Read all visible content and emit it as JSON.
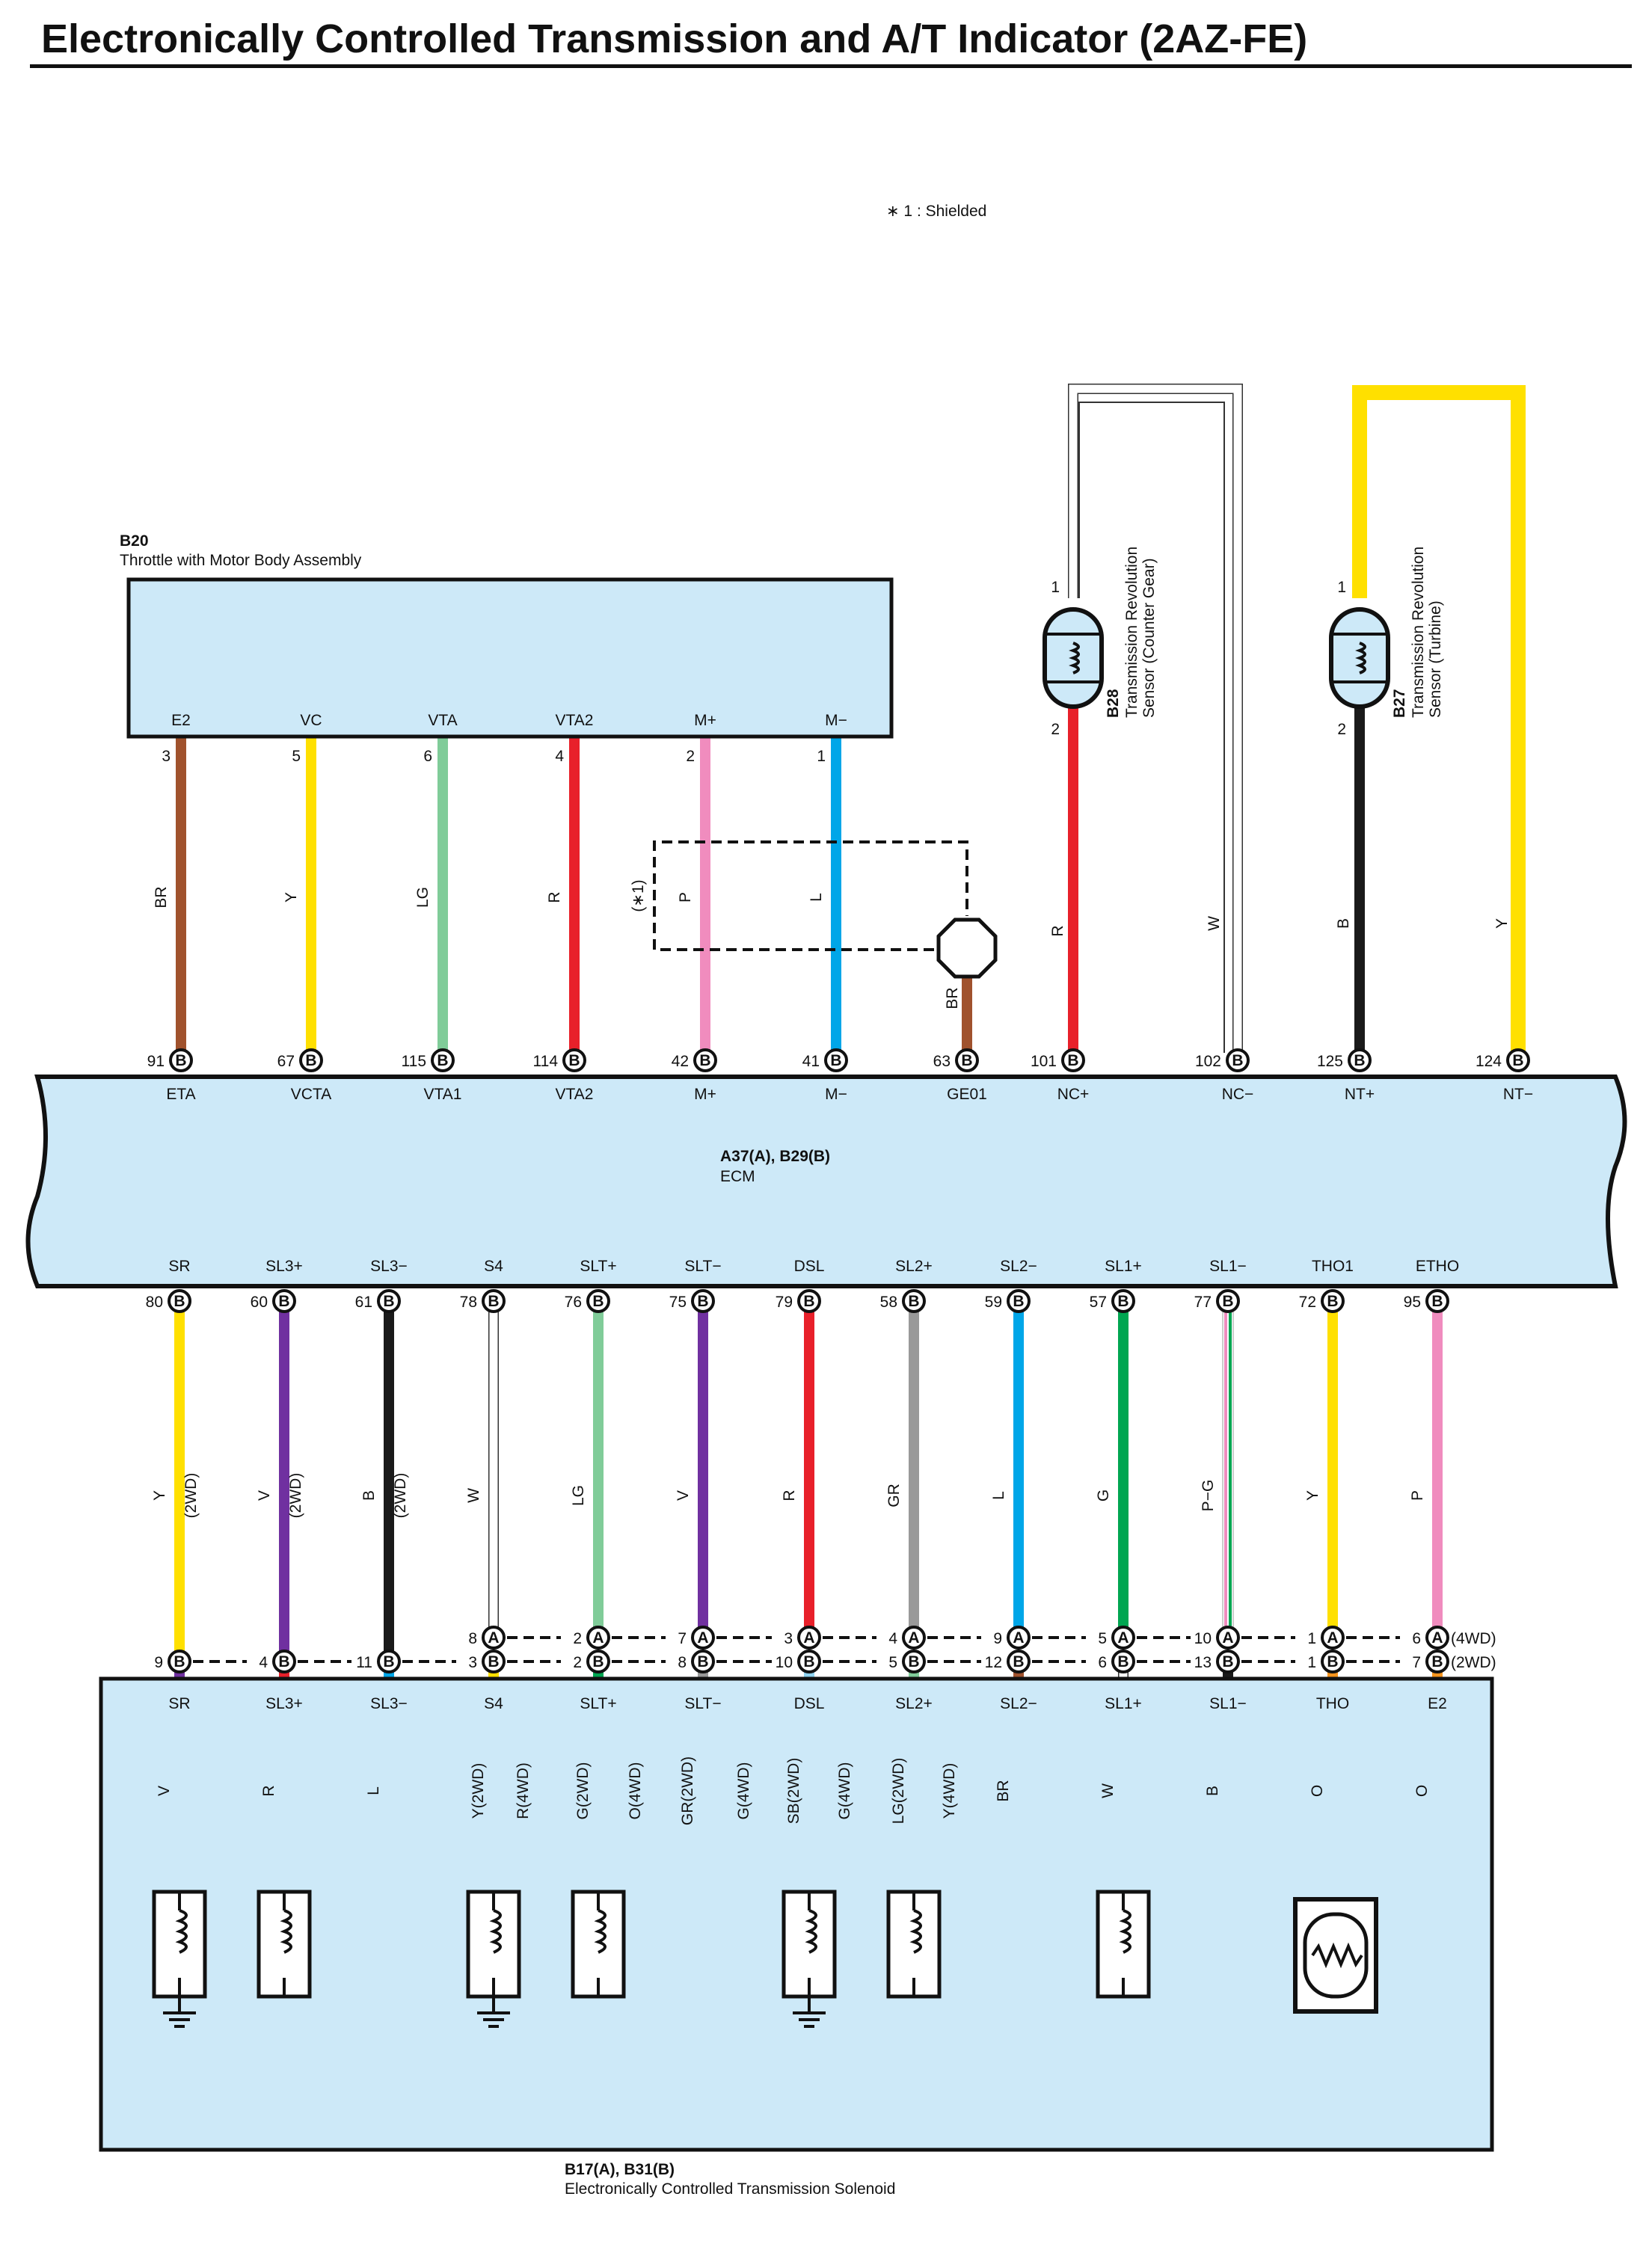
{
  "title": "Electronically Controlled Transmission and A/T Indicator (2AZ-FE)",
  "shield_note": "∗ 1 : Shielded",
  "shield_mark": "(∗1)",
  "colors": {
    "BR": "#A0522D",
    "Y": "#FFE000",
    "LG": "#80CC99",
    "R": "#E8202A",
    "P": "#F08CBE",
    "L": "#00A6E8",
    "B": "#1A1A1A",
    "W": "#FFFFFF",
    "V": "#7030A0",
    "G": "#00A651",
    "GR": "#999999",
    "O": "#F7941D",
    "SB": "#8FD3F0",
    "box": "#CDE9F8"
  },
  "throttle": {
    "code": "B20",
    "name": "Throttle with Motor Body Assembly",
    "pins": [
      {
        "name": "E2",
        "pin": "3",
        "color": "BR"
      },
      {
        "name": "VC",
        "pin": "5",
        "color": "Y"
      },
      {
        "name": "VTA",
        "pin": "6",
        "color": "LG"
      },
      {
        "name": "VTA2",
        "pin": "4",
        "color": "R"
      },
      {
        "name": "M+",
        "pin": "2",
        "color": "P"
      },
      {
        "name": "M−",
        "pin": "1",
        "color": "L"
      }
    ]
  },
  "sensors": [
    {
      "code": "B28",
      "name1": "Transmission Revolution",
      "name2": "Sensor (Counter Gear)",
      "pin1": "1",
      "pin2": "2"
    },
    {
      "code": "B27",
      "name1": "Transmission Revolution",
      "name2": "Sensor (Turbine)",
      "pin1": "1",
      "pin2": "2"
    }
  ],
  "ecm": {
    "code": "A37(A), B29(B)",
    "name": "ECM",
    "top": [
      {
        "pin": "91",
        "c": "B",
        "name": "ETA",
        "color": "BR"
      },
      {
        "pin": "67",
        "c": "B",
        "name": "VCTA",
        "color": "Y"
      },
      {
        "pin": "115",
        "c": "B",
        "name": "VTA1",
        "color": "LG"
      },
      {
        "pin": "114",
        "c": "B",
        "name": "VTA2",
        "color": "R"
      },
      {
        "pin": "42",
        "c": "B",
        "name": "M+",
        "color": "P"
      },
      {
        "pin": "41",
        "c": "B",
        "name": "M−",
        "color": "L"
      },
      {
        "pin": "63",
        "c": "B",
        "name": "GE01",
        "color": "BR"
      },
      {
        "pin": "101",
        "c": "B",
        "name": "NC+",
        "color": "R"
      },
      {
        "pin": "102",
        "c": "B",
        "name": "NC−",
        "color": "W"
      },
      {
        "pin": "125",
        "c": "B",
        "name": "NT+",
        "color": "B"
      },
      {
        "pin": "124",
        "c": "B",
        "name": "NT−",
        "color": "Y"
      }
    ],
    "bottom": [
      {
        "pin": "80",
        "c": "B",
        "name": "SR",
        "color": "Y",
        "suffix": "(2WD)"
      },
      {
        "pin": "60",
        "c": "B",
        "name": "SL3+",
        "color": "V",
        "suffix": "(2WD)"
      },
      {
        "pin": "61",
        "c": "B",
        "name": "SL3−",
        "color": "B",
        "suffix": "(2WD)"
      },
      {
        "pin": "78",
        "c": "B",
        "name": "S4",
        "color": "W"
      },
      {
        "pin": "76",
        "c": "B",
        "name": "SLT+",
        "color": "LG"
      },
      {
        "pin": "75",
        "c": "B",
        "name": "SLT−",
        "color": "V"
      },
      {
        "pin": "79",
        "c": "B",
        "name": "DSL",
        "color": "R"
      },
      {
        "pin": "58",
        "c": "B",
        "name": "SL2+",
        "color": "GR"
      },
      {
        "pin": "59",
        "c": "B",
        "name": "SL2−",
        "color": "L"
      },
      {
        "pin": "57",
        "c": "B",
        "name": "SL1+",
        "color": "G"
      },
      {
        "pin": "77",
        "c": "B",
        "name": "SL1−",
        "color": "P−G"
      },
      {
        "pin": "72",
        "c": "B",
        "name": "THO1",
        "color": "Y"
      },
      {
        "pin": "95",
        "c": "B",
        "name": "ETHO",
        "color": "P"
      }
    ]
  },
  "row_a": {
    "pins": [
      "8",
      "2",
      "7",
      "3",
      "4",
      "9",
      "5",
      "10",
      "1",
      "6"
    ],
    "label": "(4WD)"
  },
  "row_b": {
    "pins": [
      "9",
      "4",
      "11",
      "3",
      "2",
      "8",
      "10",
      "5",
      "12",
      "6",
      "13",
      "1",
      "7"
    ],
    "label": "(2WD)"
  },
  "solenoid": {
    "code": "B17(A), B31(B)",
    "name": "Electronically Controlled Transmission Solenoid",
    "terms": [
      "SR",
      "SL3+",
      "SL3−",
      "S4",
      "SLT+",
      "SLT−",
      "DSL",
      "SL2+",
      "SL2−",
      "SL1+",
      "SL1−",
      "THO",
      "E2"
    ],
    "wires": [
      "V",
      "R",
      "L",
      "Y(2WD)",
      "R(4WD)",
      "G(2WD)",
      "O(4WD)",
      "GR(2WD)",
      "G(4WD)",
      "SB(2WD)",
      "G(4WD)",
      "LG(2WD)",
      "Y(4WD)",
      "BR",
      "W",
      "B",
      "O",
      "O"
    ]
  },
  "wire_labels": {
    "BR": "BR",
    "Y": "Y",
    "LG": "LG",
    "R": "R",
    "P": "P",
    "L": "L",
    "W": "W",
    "B": "B",
    "V": "V",
    "G": "G",
    "GR": "GR",
    "PG": "P−G"
  },
  "conn_letters": {
    "A": "A",
    "B": "B"
  }
}
